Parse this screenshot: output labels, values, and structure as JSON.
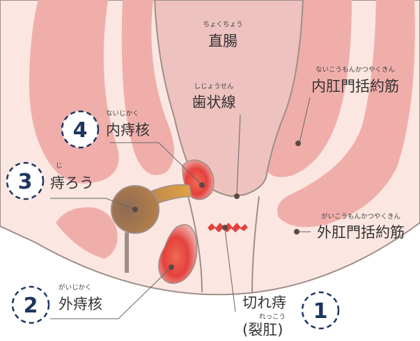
{
  "labels": {
    "rectum": {
      "furigana": "ちょくちょう",
      "text": "直腸"
    },
    "dentate_line": {
      "furigana": "しじょうせん",
      "text": "歯状線"
    },
    "internal_sphincter": {
      "furigana": "ないこうもんかつやくきん",
      "text": "内肛門括約筋"
    },
    "external_sphincter": {
      "furigana": "がいこうもんかつやくきん",
      "text": "外肛門括約筋"
    },
    "internal_hemorrhoid": {
      "number": "4",
      "furigana": "ないじかく",
      "text": "内痔核"
    },
    "fistula": {
      "number": "3",
      "furigana": "じ",
      "text": "痔ろう"
    },
    "external_hemorrhoid": {
      "number": "2",
      "furigana": "がいじかく",
      "text": "外痔核"
    },
    "anal_fissure": {
      "number": "1",
      "text": "切れ痔",
      "furigana": "れっこう",
      "text2": "(裂肛)"
    }
  },
  "colors": {
    "background": "#fbe6e1",
    "muscle": "#f0aeaa",
    "muscle_outline": "#9e8e88",
    "rectum": "#eec2bf",
    "lesion": "#e4413d",
    "fistula": "#a26d44",
    "number_ring": "#1e3560"
  }
}
